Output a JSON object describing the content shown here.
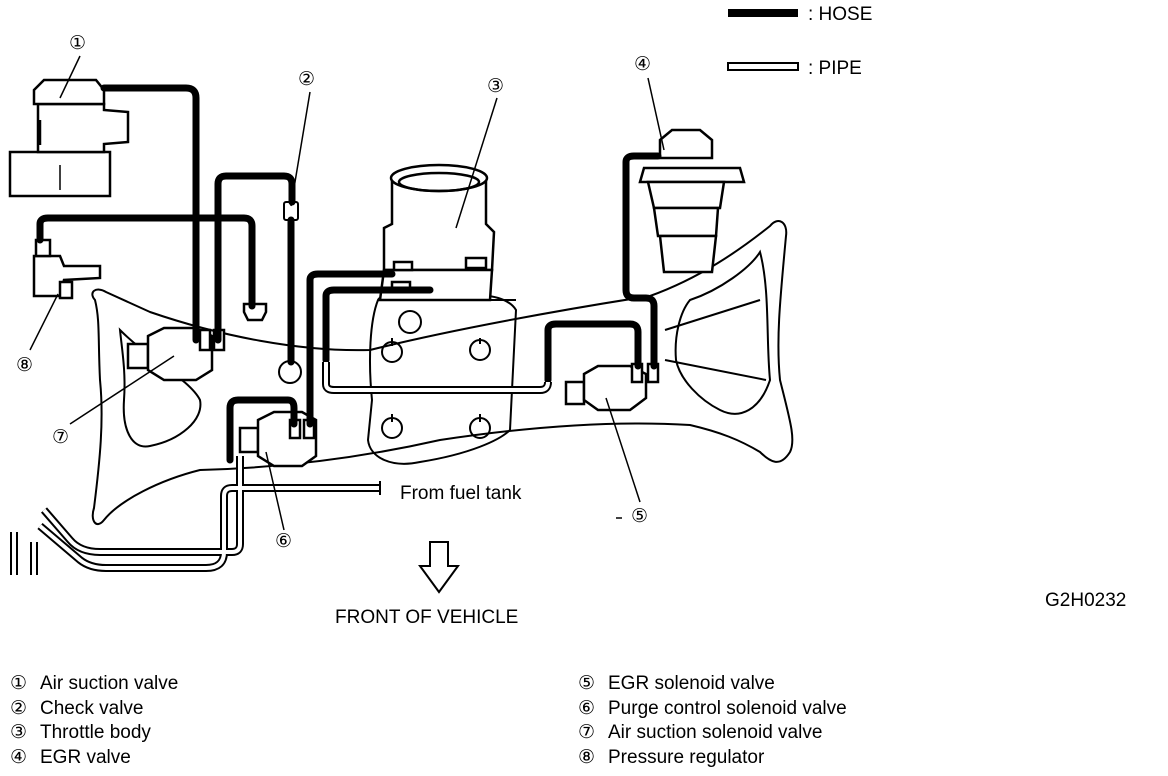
{
  "key": {
    "hose_label": ": HOSE",
    "pipe_label": ": PIPE"
  },
  "labels": {
    "from_fuel_tank": "From fuel tank",
    "front_of_vehicle": "FRONT OF VEHICLE",
    "figure_code": "G2H0232"
  },
  "callouts": [
    "①",
    "②",
    "③",
    "④",
    "⑤",
    "⑥",
    "⑦",
    "⑧"
  ],
  "components": [
    {
      "num": "①",
      "name": "Air suction valve"
    },
    {
      "num": "②",
      "name": "Check valve"
    },
    {
      "num": "③",
      "name": "Throttle body"
    },
    {
      "num": "④",
      "name": "EGR valve"
    },
    {
      "num": "⑤",
      "name": "EGR solenoid valve"
    },
    {
      "num": "⑥",
      "name": "Purge control solenoid valve"
    },
    {
      "num": "⑦",
      "name": "Air suction solenoid valve"
    },
    {
      "num": "⑧",
      "name": "Pressure regulator"
    }
  ]
}
